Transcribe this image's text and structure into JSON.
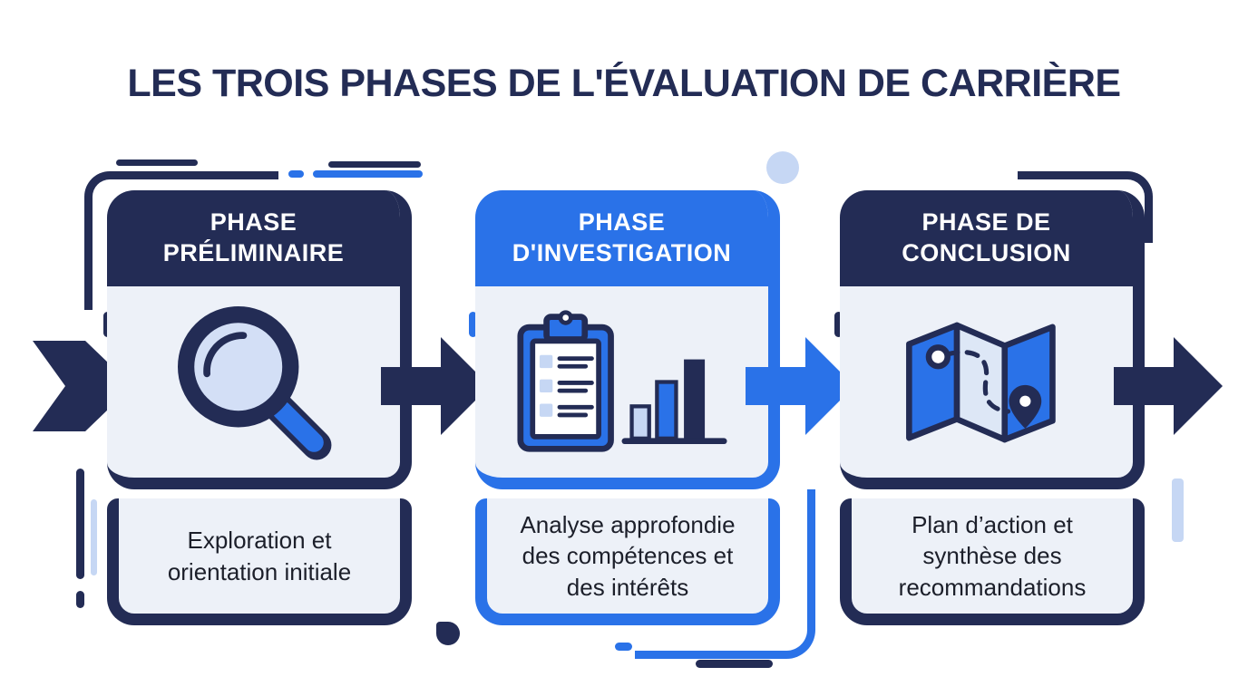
{
  "title": "LES TROIS PHASES DE L'ÉVALUATION DE CARRIÈRE",
  "colors": {
    "navy": "#232c55",
    "blue": "#2a72e8",
    "panel_background": "#edf1f8",
    "light_blue_accent": "#c6d7f4",
    "header_text": "#ffffff",
    "body_text": "#1c1f2a"
  },
  "phases": [
    {
      "header_line1": "PHASE",
      "header_line2": "PRÉLIMINAIRE",
      "description": "Exploration et orientation initiale",
      "icon": "magnifier-icon",
      "accent": "navy"
    },
    {
      "header_line1": "PHASE",
      "header_line2": "D'INVESTIGATION",
      "description": "Analyse approfondie des compétences et des intérêts",
      "icon": "clipboard-checklist-bar-chart-icon",
      "accent": "blue"
    },
    {
      "header_line1": "PHASE DE",
      "header_line2": "CONCLUSION",
      "description": "Plan d’action et synthèse des recommandations",
      "icon": "folded-map-route-icon",
      "accent": "navy"
    }
  ],
  "flow": {
    "direction": "left-to-right",
    "start_arrow": "chevron-right-navy",
    "connector_1_2": "arrow-right-navy",
    "connector_2_3": "arrow-right-blue",
    "end_arrow": "arrow-right-navy"
  }
}
